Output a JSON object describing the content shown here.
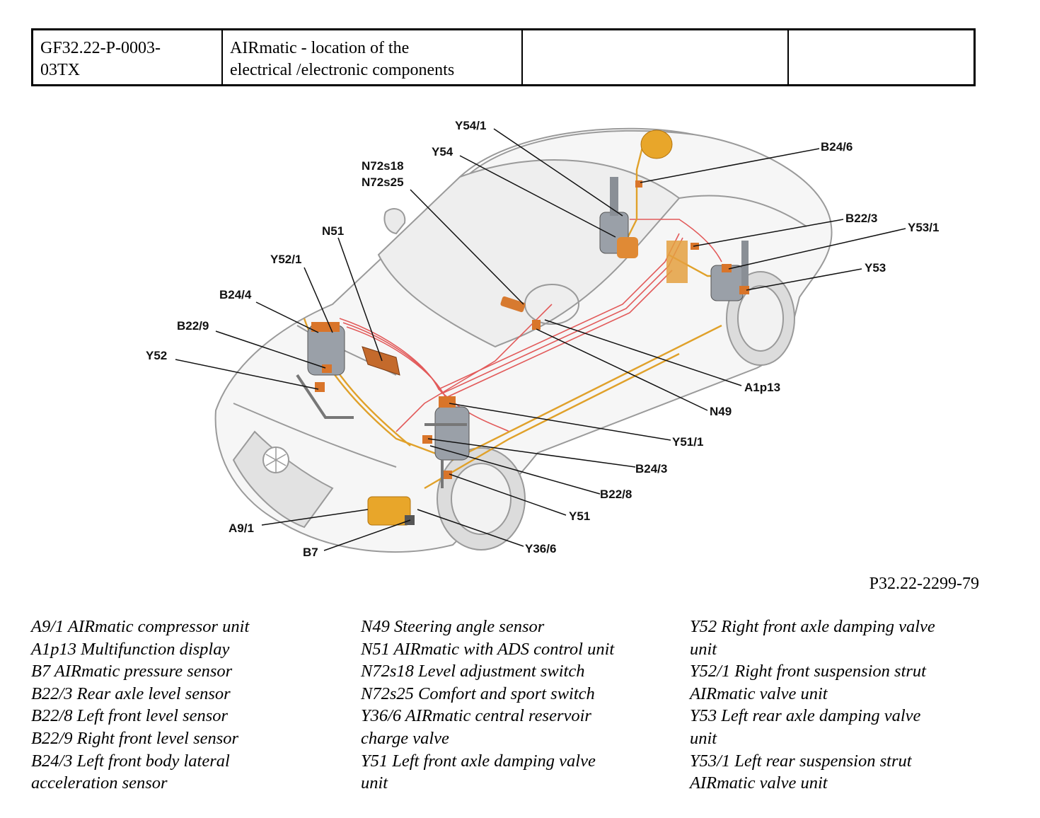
{
  "header": {
    "doc_id": "GF32.22-P-0003-\n03TX",
    "title": "AIRmatic - location of the\nelectrical /electronic components",
    "cell3": "",
    "cell4": ""
  },
  "diagram": {
    "labels": {
      "Y54_1": "Y54/1",
      "Y54": "Y54",
      "N72s18": "N72s18",
      "N72s25": "N72s25",
      "N51": "N51",
      "Y52_1": "Y52/1",
      "B24_4": "B24/4",
      "B22_9": "B22/9",
      "Y52": "Y52",
      "B24_6": "B24/6",
      "B22_3": "B22/3",
      "Y53_1": "Y53/1",
      "Y53": "Y53",
      "A1p13": "A1p13",
      "N49": "N49",
      "Y51_1": "Y51/1",
      "B24_3": "B24/3",
      "B22_8": "B22/8",
      "Y51": "Y51",
      "A9_1": "A9/1",
      "B7": "B7",
      "Y36_6": "Y36/6"
    },
    "figure_ref": "P32.22-2299-79"
  },
  "legend": {
    "col1": [
      "A9/1 AIRmatic compressor unit",
      "A1p13 Multifunction display",
      "B7 AIRmatic pressure sensor",
      "B22/3 Rear axle level sensor",
      "B22/8 Left front level sensor",
      "B22/9 Right front level sensor",
      "B24/3 Left front body lateral",
      "acceleration sensor"
    ],
    "col2": [
      "N49 Steering angle sensor",
      "N51 AIRmatic with ADS control unit",
      "N72s18 Level adjustment switch",
      "N72s25 Comfort and sport switch",
      "Y36/6 AIRmatic central reservoir",
      "charge valve",
      "Y51 Left front axle damping valve",
      "unit"
    ],
    "col3": [
      "Y52 Right front axle damping valve",
      "unit",
      "Y52/1 Right front suspension strut",
      "AIRmatic valve unit",
      "Y53 Left rear axle damping valve",
      "unit",
      "Y53/1 Left rear suspension strut",
      "AIRmatic valve unit"
    ]
  },
  "colors": {
    "wiring_red": "#e25a5a",
    "air_line_orange": "#e0a12a",
    "component_orange": "#d9752a",
    "body_grey": "#9a9a9a"
  }
}
